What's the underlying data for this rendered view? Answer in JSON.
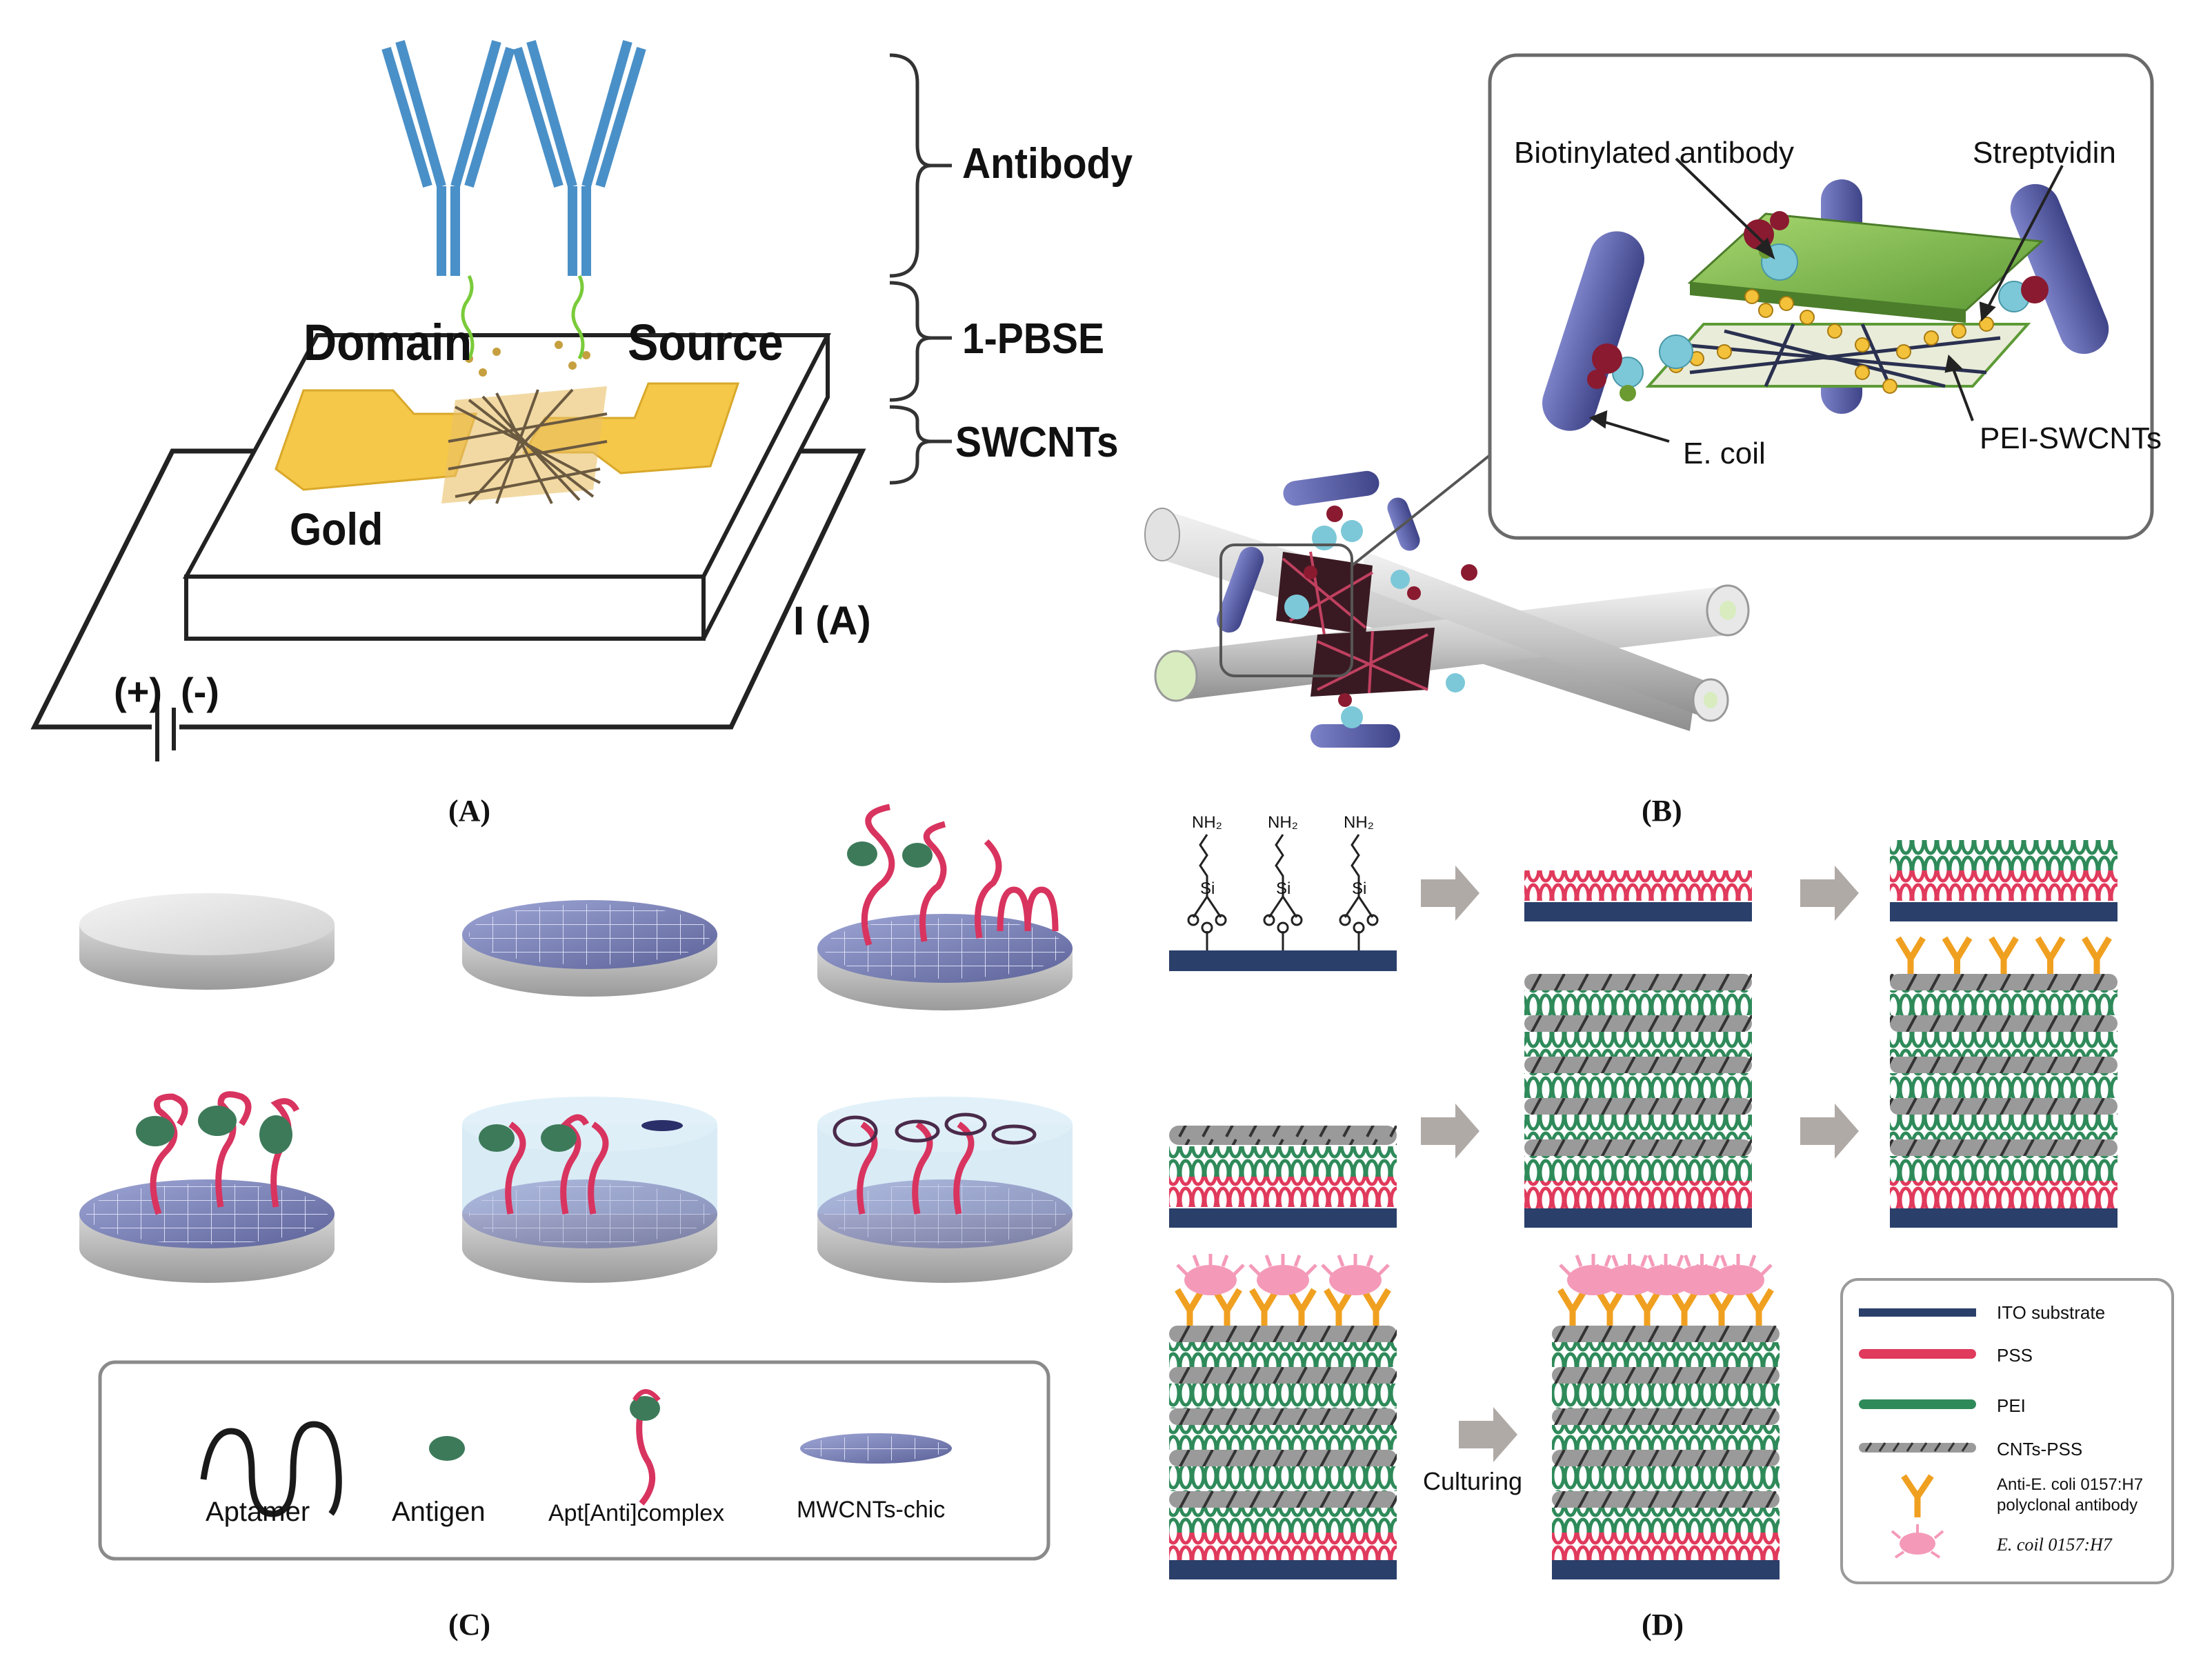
{
  "panel_a": {
    "label": "(A)",
    "antibody_label": "Antibody",
    "linker_label": "1-PBSE",
    "cnt_label": "SWCNTs",
    "domain_label": "Domain",
    "source_label": "Source",
    "gold_label": "Gold",
    "current_label": "I (A)",
    "plus_label": "(+)",
    "minus_label": "(-)",
    "colors": {
      "antibody": "#4a90c8",
      "gold": "#f5c84a",
      "wire": "#222222"
    }
  },
  "panel_b": {
    "label": "(B)",
    "biotin_label": "Biotinylated antibody",
    "streptavidin_label": "Streptvidin",
    "ecoli_label": "E. coil",
    "pei_label": "PEI-SWCNTs",
    "colors": {
      "bacteria": "#5a5fa8",
      "sheet": "#7ab648",
      "bead": "#7cc8d8"
    }
  },
  "panel_c": {
    "label": "(C)",
    "legend": {
      "aptamer": "Aptamer",
      "antigen": "Antigen",
      "complex": "Apt[Anti]complex",
      "chip": "MWCNTs-chic"
    },
    "colors": {
      "aptamer": "#d8345f",
      "antigen": "#3d7a5a",
      "chip": "#7a82b8"
    }
  },
  "panel_d": {
    "label": "(D)",
    "amine_label": "NH₂",
    "si_label": "Si",
    "culturing_label": "Culturing",
    "legend": {
      "ito": "ITO substrate",
      "pss": "PSS",
      "pei": "PEI",
      "cnt": "CNTs-PSS",
      "antibody_1": "Anti-E. coli 0157:H7",
      "antibody_2": "polyclonal antibody",
      "ecoli": "E. coil 0157:H7"
    },
    "colors": {
      "ito": "#2a3f6a",
      "pss": "#e03a5c",
      "pei": "#2f8a5a",
      "cnt": "#8a8a8a",
      "antibody": "#f0a020",
      "ecoli": "#f49ab8"
    }
  }
}
